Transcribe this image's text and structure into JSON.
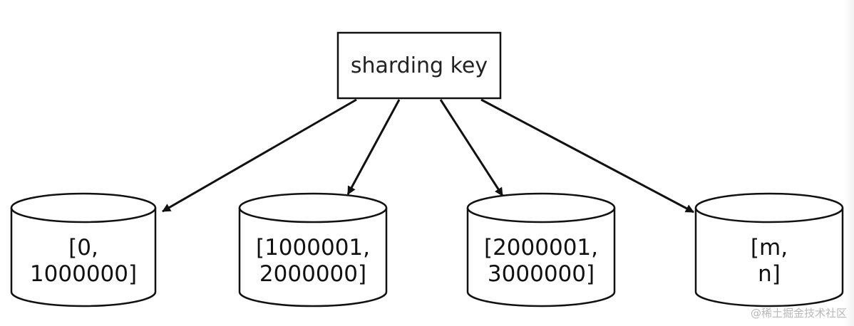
{
  "root": {
    "label": "sharding key"
  },
  "shards": [
    {
      "lines": [
        "[0,",
        "1000000]"
      ]
    },
    {
      "lines": [
        "[1000001,",
        "2000000]"
      ]
    },
    {
      "lines": [
        "[2000001,",
        "3000000]"
      ]
    },
    {
      "lines": [
        "[m,",
        "n]"
      ]
    }
  ],
  "watermark": "@稀土掘金技术社区",
  "colors": {
    "stroke": "#111111",
    "fill": "#ffffff"
  }
}
